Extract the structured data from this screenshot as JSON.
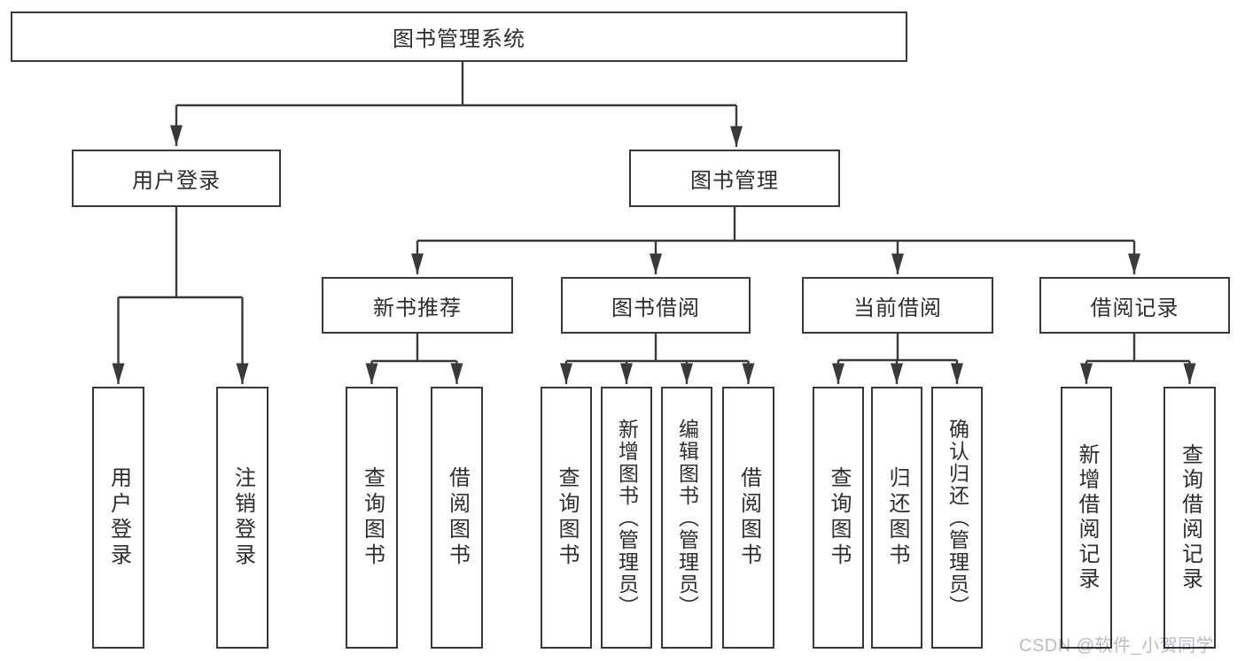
{
  "diagram_title": "图书管理系统",
  "watermark": "CSDN @软件_小贺同学",
  "colors": {
    "line": "#3a3a3a",
    "box_border": "#383838",
    "box_fill": "#ffffff",
    "text": "#2e2e2e",
    "background": "#ffffff",
    "watermark": "#b9bcc2"
  },
  "nodes": {
    "root": {
      "label": "图书管理系统"
    },
    "user_login": {
      "label": "用户登录"
    },
    "book_mgmt": {
      "label": "图书管理"
    },
    "new_book_rec": {
      "label": "新书推荐"
    },
    "book_borrow": {
      "label": "图书借阅"
    },
    "current_borrow": {
      "label": "当前借阅"
    },
    "borrow_records": {
      "label": "借阅记录"
    },
    "ul_user_login": {
      "label": "用户登录"
    },
    "ul_logout": {
      "label": "注销登录"
    },
    "nb_query_book": {
      "label": "查询图书"
    },
    "nb_borrow_book": {
      "label": "借阅图书"
    },
    "bb_query_book": {
      "label": "查询图书"
    },
    "bb_add_book": {
      "label": "新增图书（管理员）"
    },
    "bb_edit_book": {
      "label": "编辑图书（管理员）"
    },
    "bb_borrow_book": {
      "label": "借阅图书"
    },
    "cb_query_book": {
      "label": "查询图书"
    },
    "cb_return_book": {
      "label": "归还图书"
    },
    "cb_confirm_return": {
      "label": "确认归还（管理员）"
    },
    "br_add_record": {
      "label": "新增借阅记录"
    },
    "br_query_record": {
      "label": "查询借阅记录"
    }
  },
  "hierarchy": {
    "label": "图书管理系统",
    "children": [
      {
        "label": "用户登录",
        "children": [
          "用户登录",
          "注销登录"
        ]
      },
      {
        "label": "图书管理",
        "children": [
          {
            "label": "新书推荐",
            "children": [
              "查询图书",
              "借阅图书"
            ]
          },
          {
            "label": "图书借阅",
            "children": [
              "查询图书",
              "新增图书（管理员）",
              "编辑图书（管理员）",
              "借阅图书"
            ]
          },
          {
            "label": "当前借阅",
            "children": [
              "查询图书",
              "归还图书",
              "确认归还（管理员）"
            ]
          },
          {
            "label": "借阅记录",
            "children": [
              "新增借阅记录",
              "查询借阅记录"
            ]
          }
        ]
      }
    ]
  }
}
